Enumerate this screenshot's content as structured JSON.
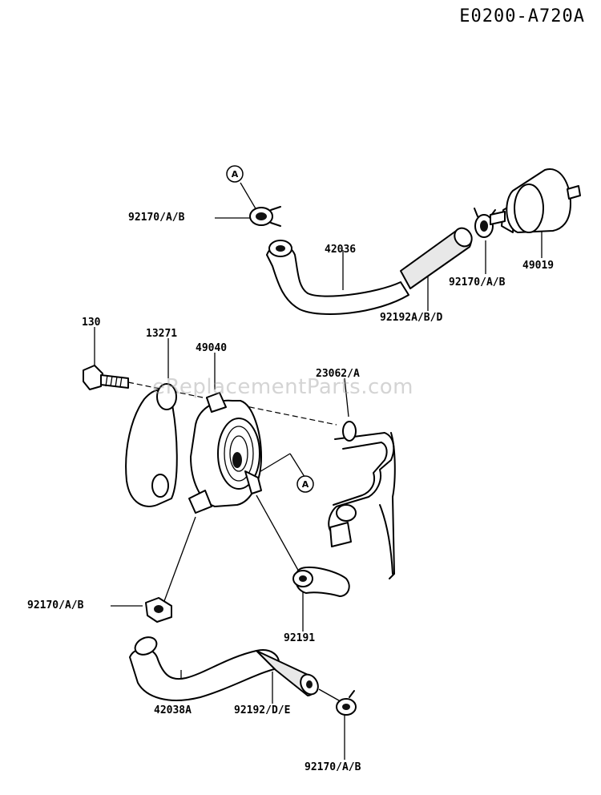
{
  "diagram_code": "E0200-A720A",
  "watermark": "eReplacementParts.com",
  "callout_letter": "A",
  "labels": {
    "clamp_top_left": "92170/A/B",
    "hose_top": "42036",
    "filter": "49019",
    "clamp_top_right": "92170/A/B",
    "tube_top": "92192A/B/D",
    "bolt": "130",
    "bracket_left": "13271",
    "pump": "49040",
    "bracket_right": "23062/A",
    "clamp_mid_left": "92170/A/B",
    "tube_short": "92191",
    "hose_bottom": "42038A",
    "tube_bottom": "92192/D/E",
    "clamp_bottom": "92170/A/B"
  }
}
